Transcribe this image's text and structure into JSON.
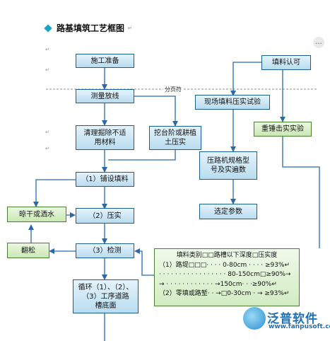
{
  "title": "路基填筑工艺框图",
  "page_break_label": "分页符",
  "paragraph_mark": "↵",
  "nodes": {
    "prepare": "施工准备",
    "survey": "测量放线",
    "clearing": "清理掘除不适\n用材料",
    "benching": "挖台阶或耕植\n土压实",
    "spread": "（1）铺设填料",
    "dry": "晾干或洒水",
    "compact": "（2）压实",
    "loosen": "翻松",
    "inspect": "（3）检测",
    "cycle": "循环（1）、（2）、\n（3）工序道路\n槽底面",
    "approval": "填料认可",
    "field_test": "现场填料压实试验",
    "hammer_test": "重锤击实实验",
    "roller_spec": "压路机规格型\n号及实遍数",
    "params": "选定参数"
  },
  "note": {
    "header": "填料类别□□路槽以下深度□压实度",
    "rows": [
      "（1）路堤□□□· · · · 0-80cm · · · · ≥93%↵",
      "· · · · · · · · · · · · · · · · · 80-150cm□≥90%→",
      "→ · · · · · · · · · · · · →150cm· · ·≥90%↵",
      "（2）零填或路堑· · →□0-30cm · → ≥93%↵"
    ]
  },
  "watermark": {
    "brand": "泛普软件",
    "url": "www.fanpusoft.com"
  },
  "corner_button": "..."
}
